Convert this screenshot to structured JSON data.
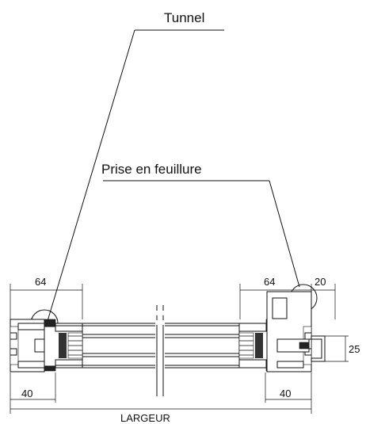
{
  "callouts": {
    "tunnel": "Tunnel",
    "glazing_rebate": "Prise en feuillure"
  },
  "dimensions": {
    "left_frame_depth": "64",
    "right_frame_depth": "64",
    "right_offset": "20",
    "left_bottom": "40",
    "right_bottom": "40",
    "height_small": "25",
    "overall_width": "LARGEUR"
  }
}
